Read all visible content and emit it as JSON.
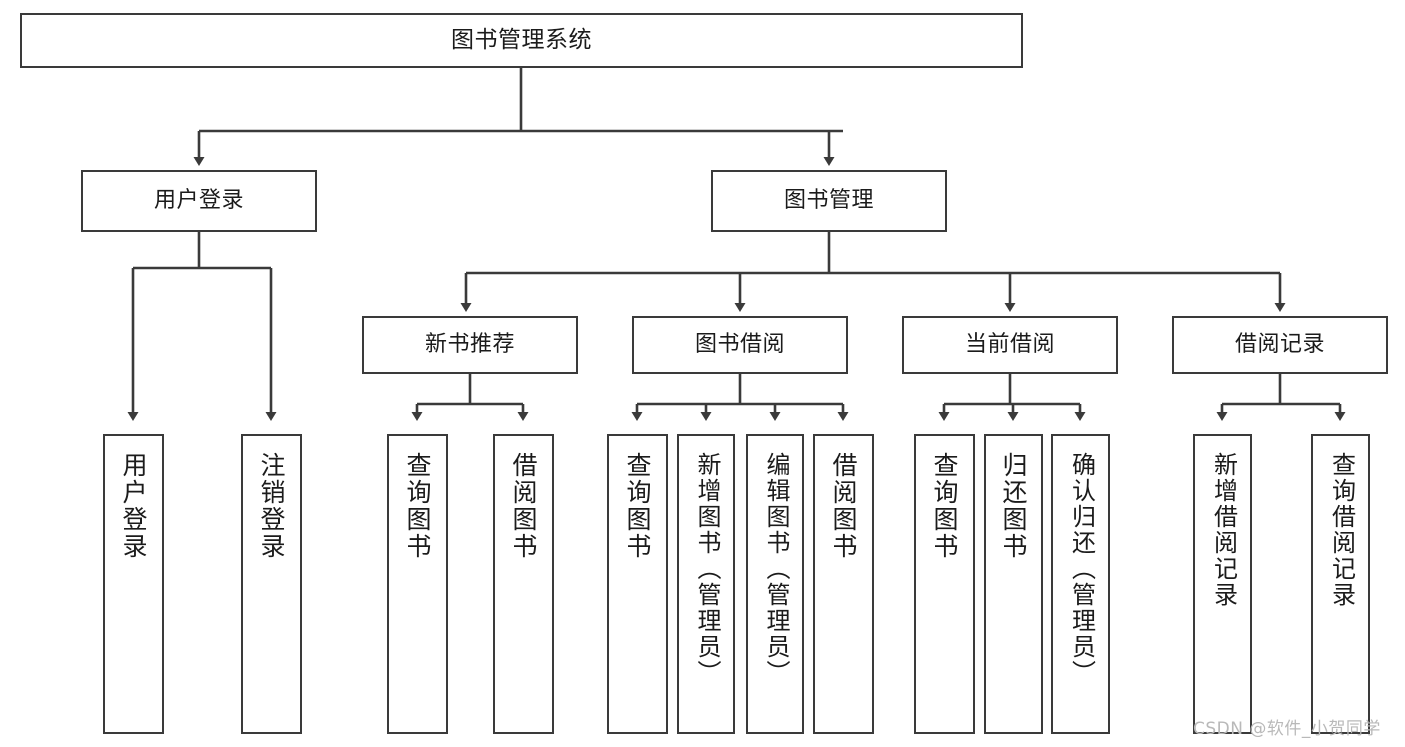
{
  "diagram": {
    "type": "hierarchy-tree",
    "title": "图书管理系统",
    "watermark": "CSDN @软件_小贺同学",
    "colors": {
      "box_border": "#3a3a3a",
      "box_fill": "#ffffff",
      "connector": "#3a3a3a",
      "text": "#1b1b1b",
      "watermark": "#b9b9b9"
    },
    "root": {
      "label": "图书管理系统"
    },
    "level2": [
      {
        "label": "用户登录"
      },
      {
        "label": "图书管理"
      }
    ],
    "level3": [
      {
        "label": "新书推荐"
      },
      {
        "label": "图书借阅"
      },
      {
        "label": "当前借阅"
      },
      {
        "label": "借阅记录"
      }
    ],
    "leaves": {
      "user_login": [
        {
          "label": "用户登录"
        },
        {
          "label": "注销登录"
        }
      ],
      "new_book_recommend": [
        {
          "label": "查询图书"
        },
        {
          "label": "借阅图书"
        }
      ],
      "book_borrow": [
        {
          "label": "查询图书"
        },
        {
          "label": "新增图书（管理员）"
        },
        {
          "label": "编辑图书（管理员）"
        },
        {
          "label": "借阅图书"
        }
      ],
      "current_borrow": [
        {
          "label": "查询图书"
        },
        {
          "label": "归还图书"
        },
        {
          "label": "确认归还（管理员）"
        }
      ],
      "borrow_record": [
        {
          "label": "新增借阅记录"
        },
        {
          "label": "查询借阅记录"
        }
      ]
    }
  }
}
